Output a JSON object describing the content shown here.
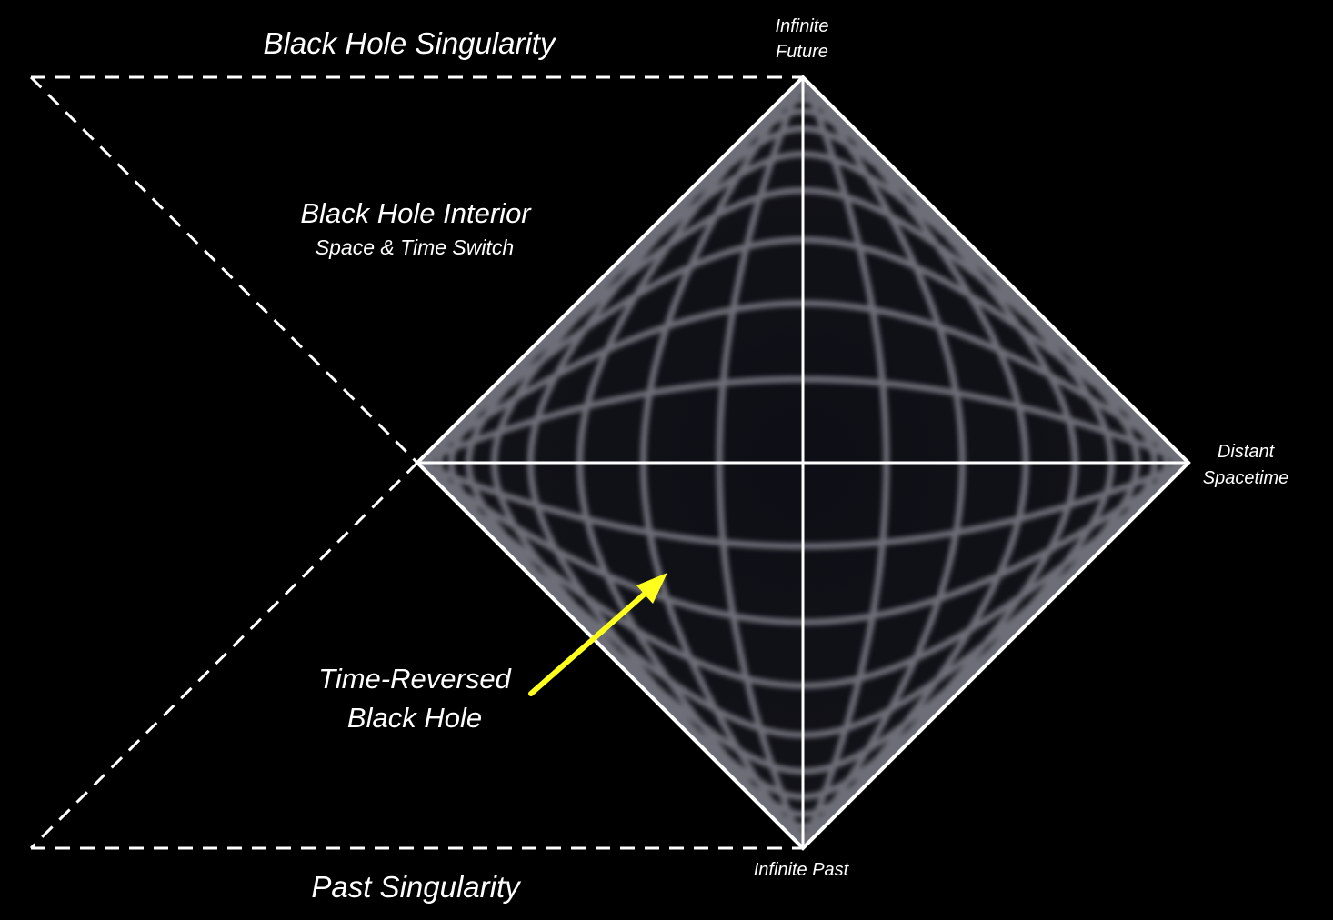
{
  "labels": {
    "black_hole_singularity": "Black Hole Singularity",
    "black_hole_interior": "Black Hole Interior",
    "space_time_switch": "Space & Time Switch",
    "time_reversed_line1": "Time-Reversed",
    "time_reversed_line2": "Black Hole",
    "past_singularity": "Past Singularity",
    "infinite_future_line1": "Infinite",
    "infinite_future_line2": "Future",
    "infinite_past": "Infinite Past",
    "distant_spacetime_line1": "Distant",
    "distant_spacetime_line2": "Spacetime"
  },
  "colors": {
    "background": "#000000",
    "text": "#ffffff",
    "boundary": "#ffffff",
    "grid": "#6e6e78",
    "diamond_fill": "#0c0c12",
    "arrow": "#ffff1e"
  }
}
